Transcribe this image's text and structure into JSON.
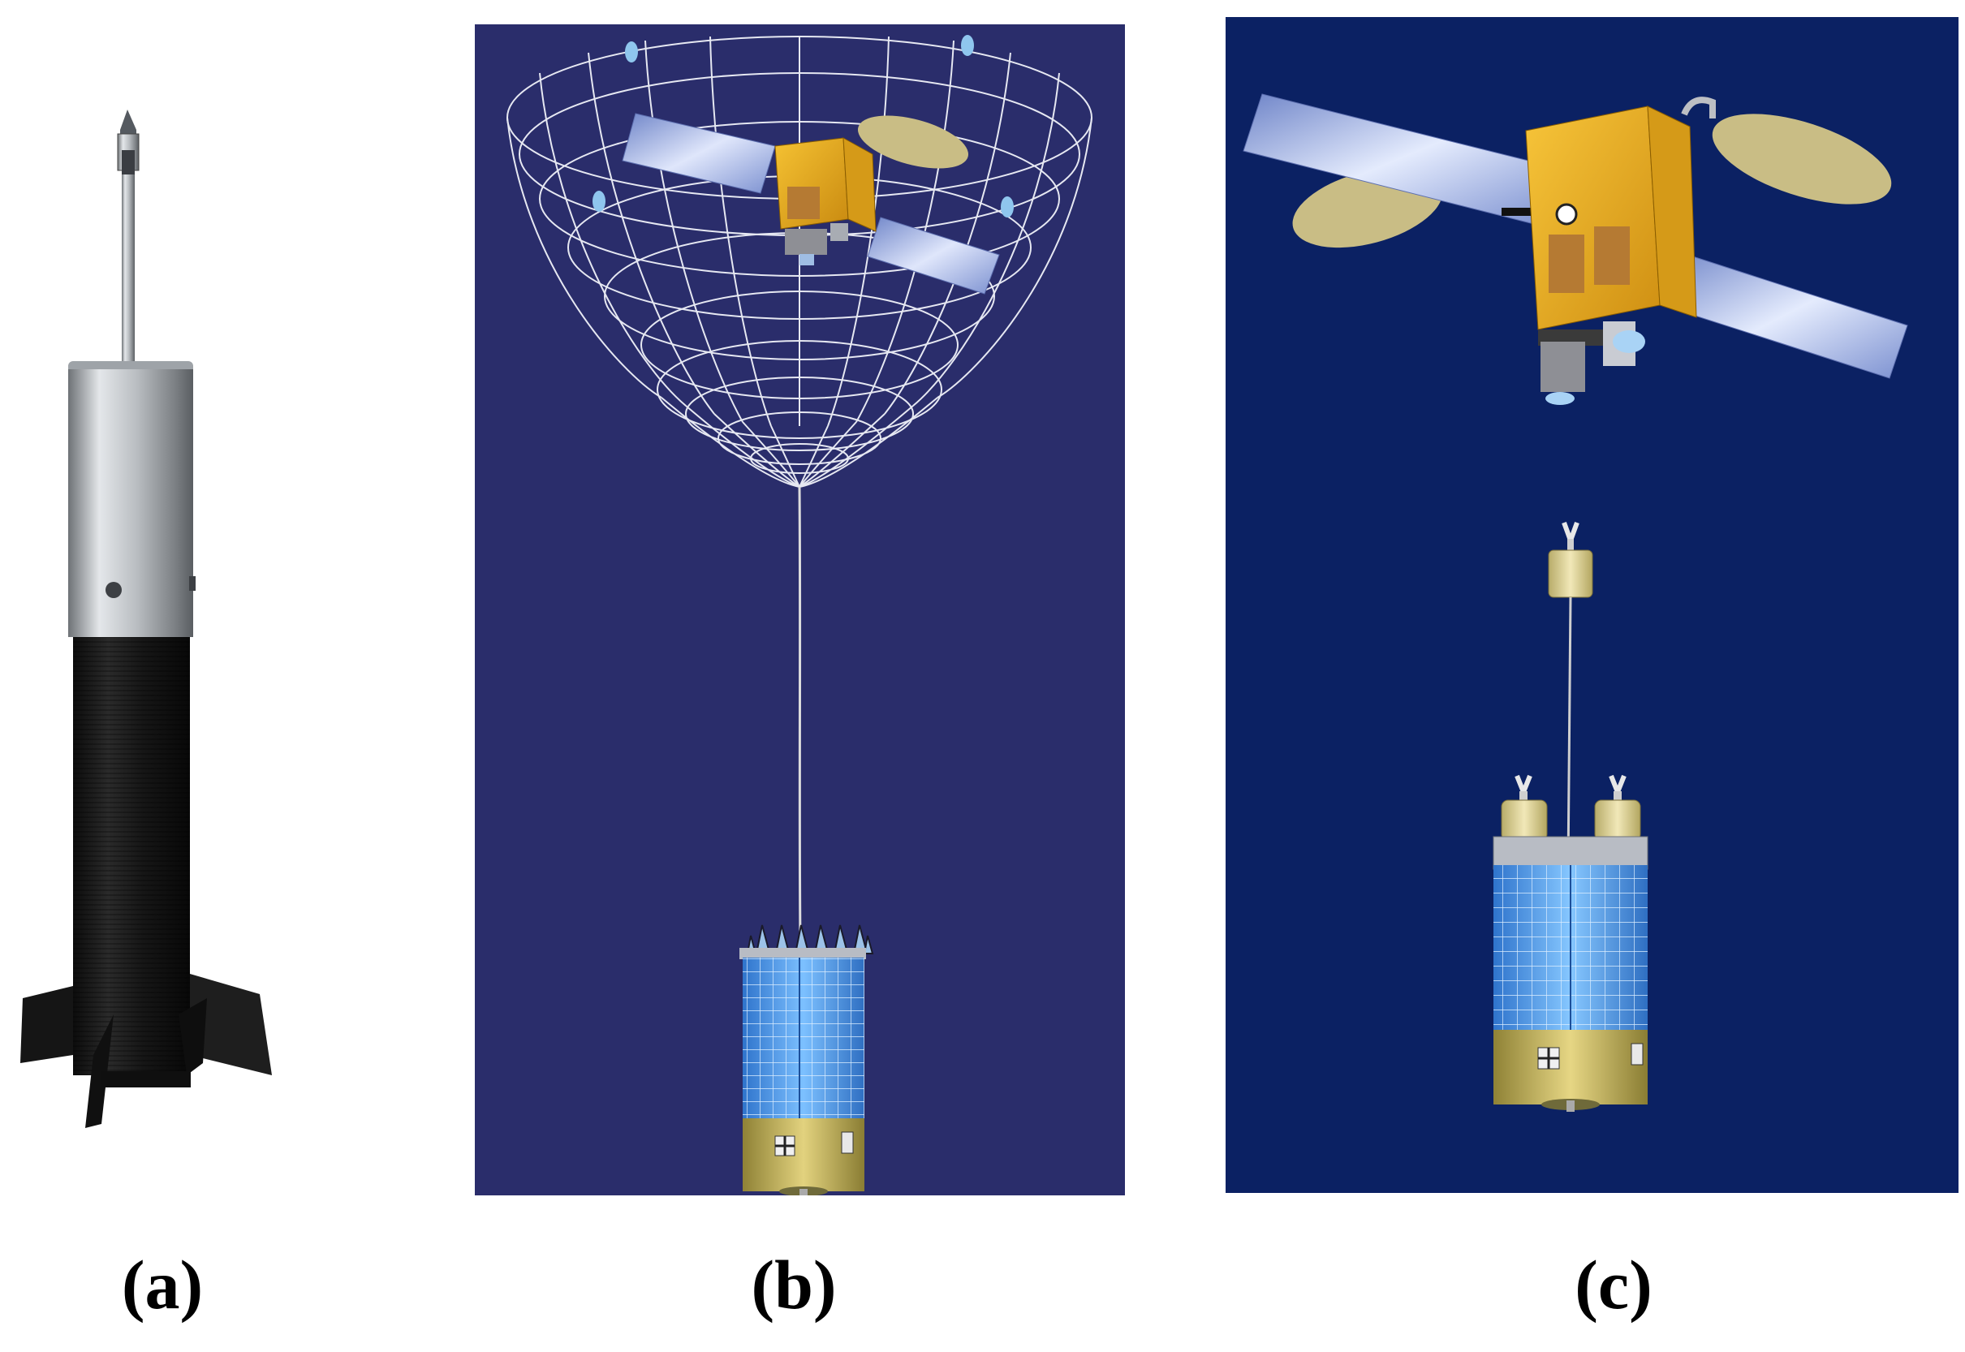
{
  "figure": {
    "panels": [
      {
        "id": "a",
        "caption": "(a)",
        "subject": "tethered-penetrator-probe",
        "background": "#ffffff"
      },
      {
        "id": "b",
        "caption": "(b)",
        "subject": "satellite-captured-by-tethered-net",
        "background": "#2a2d6b"
      },
      {
        "id": "c",
        "caption": "(c)",
        "subject": "satellite-captured-by-tethered-gripper",
        "background": "#0b2163"
      }
    ]
  },
  "colors": {
    "net_line": "#e6e8f2",
    "satellite_body": "#e8a820",
    "solar_panel": "#8fa8e0",
    "collector_blue": "#4f9be8",
    "collector_base": "#c9b860",
    "probe_black": "#151515",
    "probe_silver": "#b8bcc0"
  }
}
